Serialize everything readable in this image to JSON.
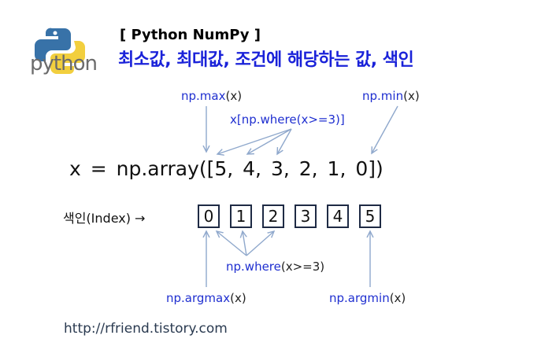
{
  "title": {
    "line1": "[ Python NumPy ]",
    "line2": "최소값, 최대값, 조건에 해당하는 값, 색인"
  },
  "logo": {
    "text": "python"
  },
  "labels": {
    "np_max": {
      "fn": "np.max",
      "arg": "(x)"
    },
    "np_min": {
      "fn": "np.min",
      "arg": "(x)"
    },
    "x_where": {
      "pre": "x[",
      "fn": "np.where",
      "arg": "(x>=3)]"
    },
    "np_where": {
      "fn": "np.where",
      "arg": "(x>=3)"
    },
    "np_argmax": {
      "fn": "np.argmax",
      "arg": "(x)"
    },
    "np_argmin": {
      "fn": "np.argmin",
      "arg": "(x)"
    }
  },
  "code": "x = np.array([5,  4,  3,  2,  1,  0])",
  "index_label": "색인(Index) →",
  "index_boxes": [
    "0",
    "1",
    "2",
    "3",
    "4",
    "5"
  ],
  "url": "http://rfriend.tistory.com",
  "colors": {
    "title_blue": "#1a22d9",
    "label_blue": "#1f2fd0",
    "arrow": "#8fa8cc",
    "python_blue": "#3872a8",
    "python_yellow": "#f2cf3e"
  }
}
